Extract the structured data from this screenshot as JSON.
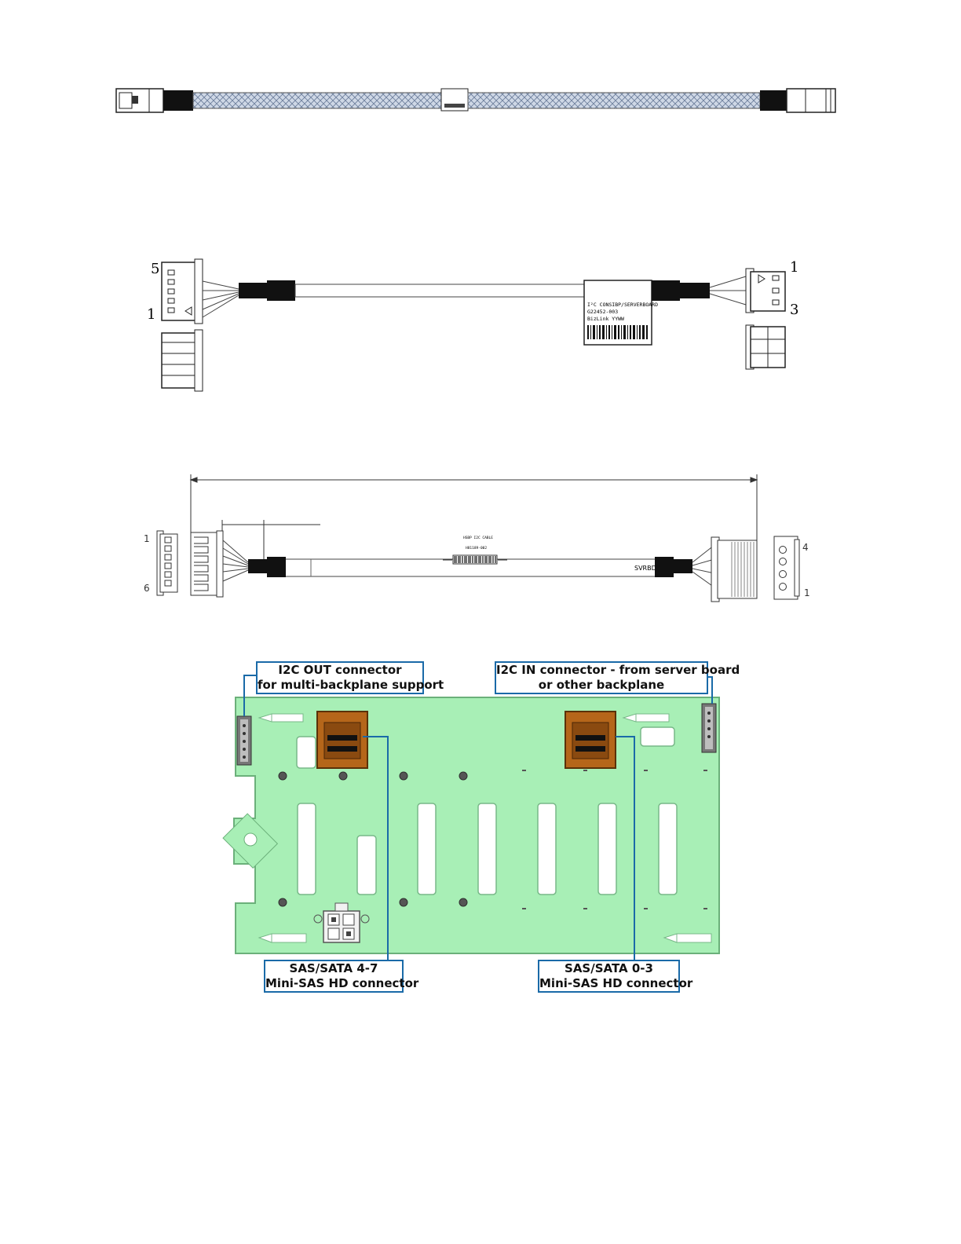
{
  "cable2": {
    "left_pin_top": "5",
    "left_pin_bottom": "1",
    "right_pin_top": "1",
    "right_pin_bottom": "3",
    "label_line1": "I²C CONSIBP/SERVERBOARD",
    "label_line2": "G22452-003",
    "label_line3": "BizLink      YYWW"
  },
  "cable3": {
    "left_pin_top": "1",
    "left_pin_bottom": "6",
    "right_pin_top": "4",
    "right_pin_bottom": "1",
    "label_line1": "HSBP I2C CABLE",
    "label_line2": "H81189-002",
    "end_label": "SVRBD"
  },
  "backplane": {
    "callouts": {
      "i2c_out": {
        "line1": "I2C OUT connector",
        "line2": "for multi-backplane support"
      },
      "i2c_in": {
        "line1": "I2C IN connector - from server board",
        "line2": "or other backplane"
      },
      "sas_4_7": {
        "line1": "SAS/SATA 4-7",
        "line2": "Mini-SAS HD connector"
      },
      "sas_0_3": {
        "line1": "SAS/SATA 0-3",
        "line2": "Mini-SAS HD connector"
      }
    },
    "colors": {
      "board": "#a8efb6",
      "callout_border": "#1a6aa8",
      "connector": "#b5661a"
    }
  }
}
